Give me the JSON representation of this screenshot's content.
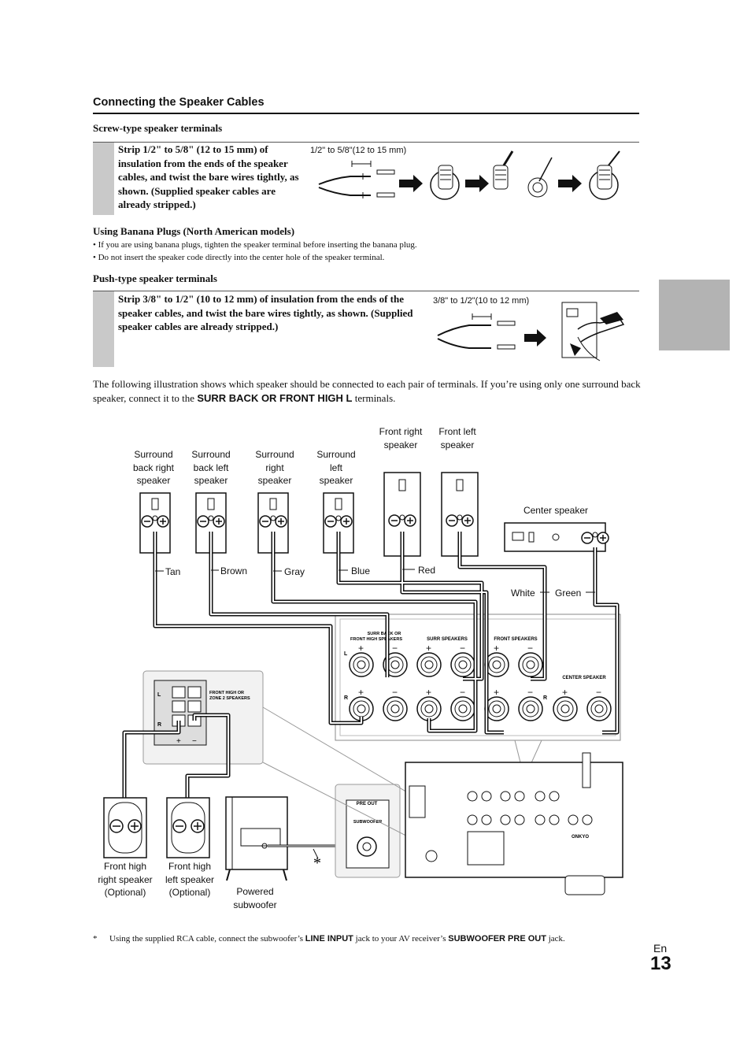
{
  "header": {
    "section_title": "Connecting the Speaker Cables"
  },
  "screw": {
    "heading": "Screw-type speaker terminals",
    "step_text": "Strip 1/2\" to 5/8\" (12 to 15 mm) of insulation from the ends of the speaker cables, and twist the bare wires tightly, as shown. (Supplied speaker cables are already stripped.)",
    "measure_label": "1/2\" to 5/8\"(12 to 15 mm)"
  },
  "banana": {
    "heading": "Using Banana Plugs (North American models)",
    "bullets": [
      "• If you are using banana plugs, tighten the speaker terminal before inserting the banana plug.",
      "• Do not insert the speaker code directly into the center hole of the speaker terminal."
    ]
  },
  "push": {
    "heading": "Push-type speaker terminals",
    "step_text": "Strip 3/8\" to 1/2\" (10 to 12 mm) of insulation from the ends of the speaker cables, and twist the bare wires tightly, as shown. (Supplied speaker cables are already stripped.)",
    "measure_label": "3/8\" to 1/2\"(10 to 12 mm)"
  },
  "intro": {
    "text_before": "The following illustration shows which speaker should be connected to each pair of terminals. If you’re using only one surround back speaker, connect it to the ",
    "emph": "SURR BACK OR FRONT HIGH L",
    "text_after": " terminals."
  },
  "diagram": {
    "speakers": [
      {
        "label": "Surround back right speaker",
        "cable": "Tan"
      },
      {
        "label": "Surround back left speaker",
        "cable": "Brown"
      },
      {
        "label": "Surround right speaker",
        "cable": "Gray"
      },
      {
        "label": "Surround left speaker",
        "cable": "Blue"
      },
      {
        "label": "Front right speaker",
        "cable": "Red"
      },
      {
        "label": "Front left speaker",
        "cable": "White"
      }
    ],
    "center_speaker": {
      "label": "Center speaker",
      "cable": "Green"
    },
    "terminal_labels": {
      "surr_back": "SURR BACK OR FRONT HIGH SPEAKERS",
      "surr": "SURR SPEAKERS",
      "front": "FRONT SPEAKERS",
      "center": "CENTER SPEAKER",
      "front_high": "FRONT HIGH OR ZONE 2 SPEAKERS",
      "pre_out": "PRE OUT",
      "subwoofer": "SUBWOOFER"
    },
    "bottom_labels": {
      "front_high_right": "Front high right speaker (Optional)",
      "front_high_left": "Front high left speaker (Optional)",
      "powered_sub": "Powered subwoofer"
    },
    "asterisk": "*"
  },
  "footnote": {
    "mark": "*",
    "text1": "Using the supplied RCA cable, connect the subwoofer’s ",
    "emph1": "LINE INPUT",
    "text2": " jack to your AV receiver’s ",
    "emph2": "SUBWOOFER PRE OUT",
    "text3": " jack."
  },
  "page": {
    "lang": "En",
    "number": "13"
  }
}
